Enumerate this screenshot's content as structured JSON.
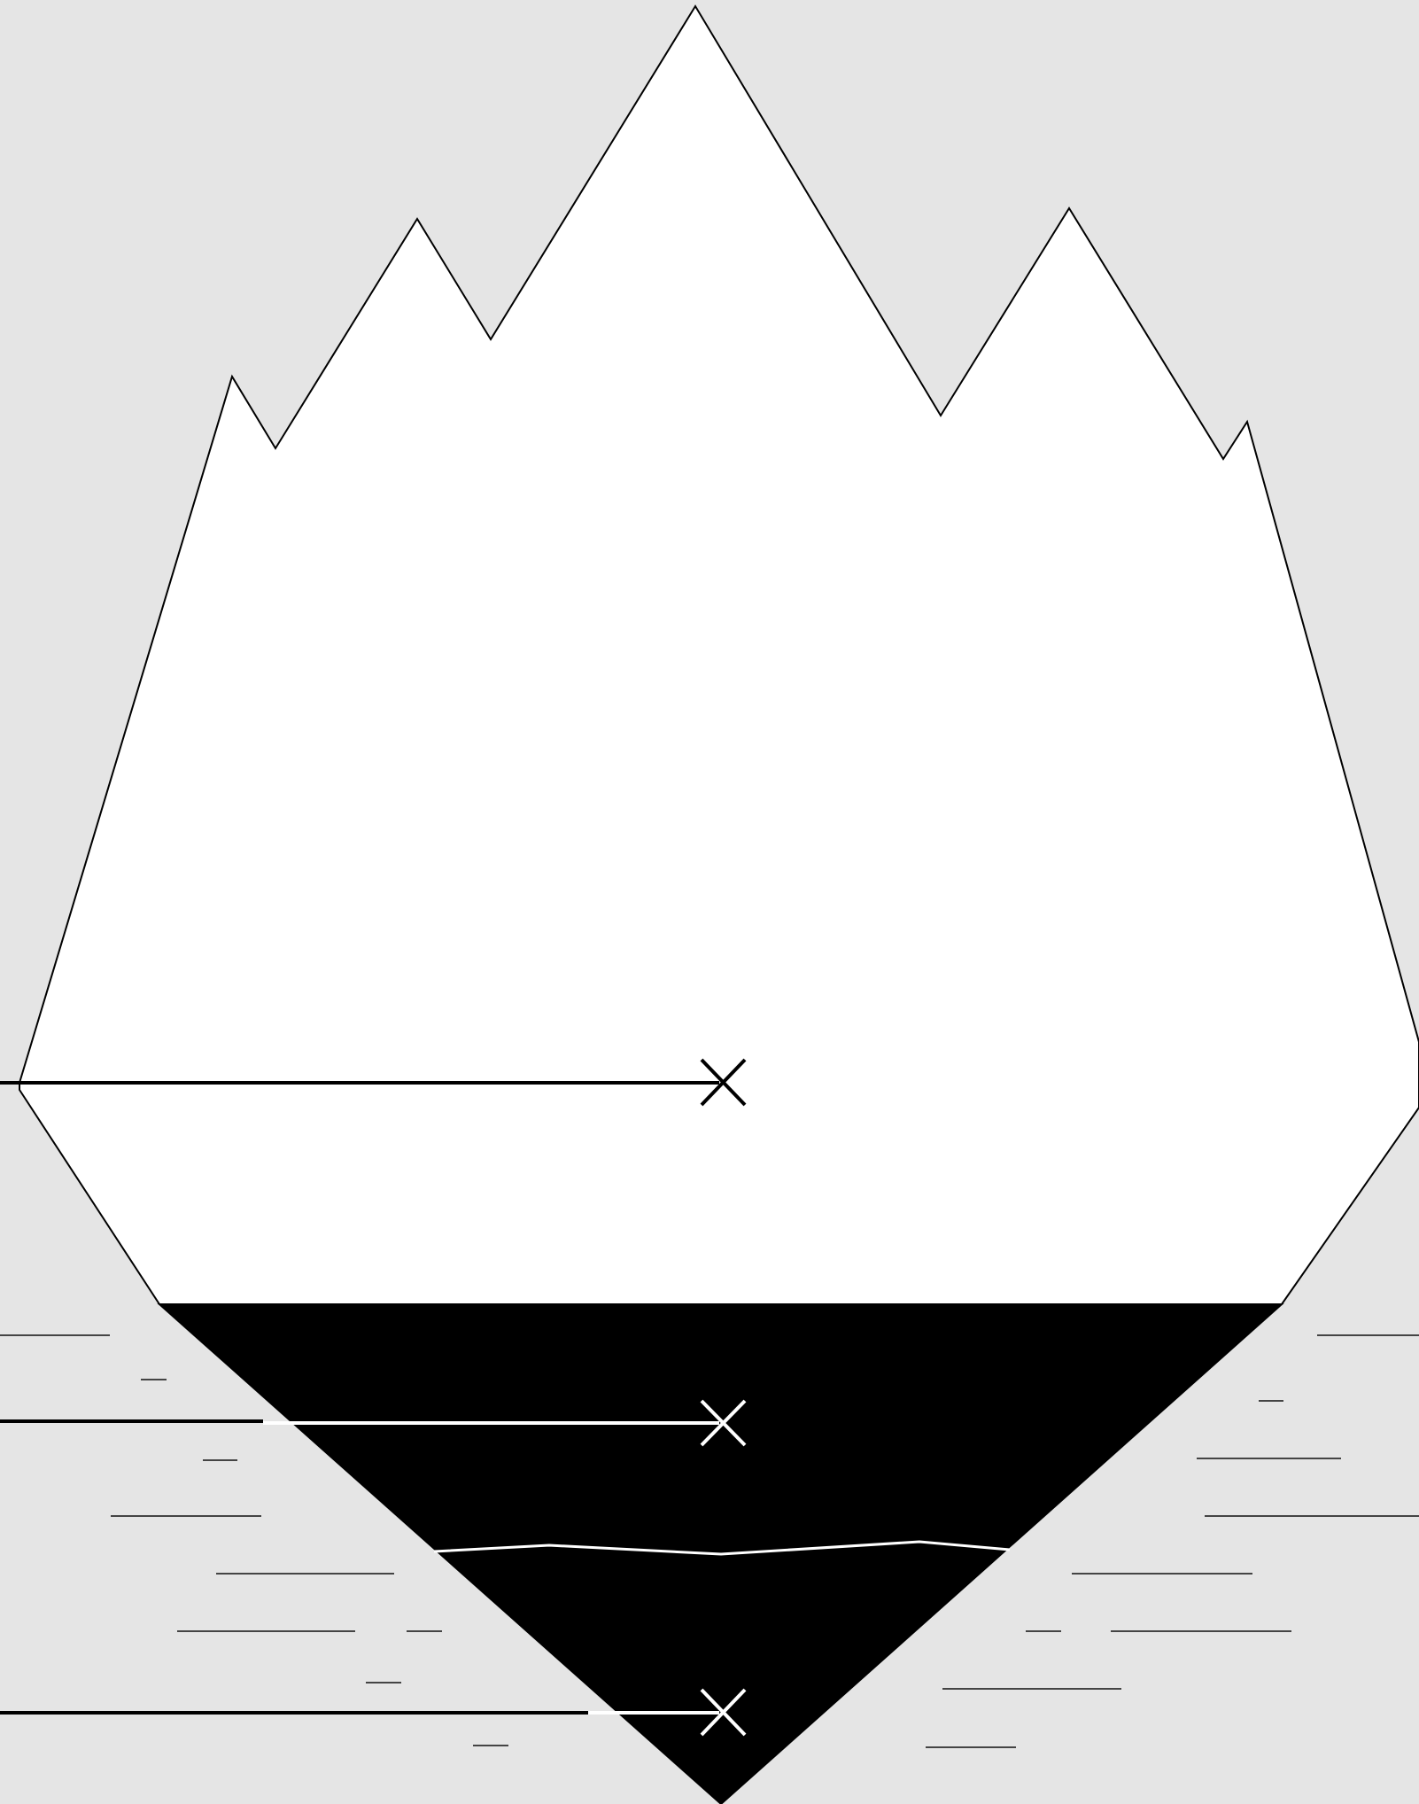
{
  "diagram": {
    "subject": "iceberg",
    "colors": {
      "background": "#e5e5e5",
      "above_water": "#ffffff",
      "below_water": "#000000",
      "outline": "#000000",
      "water_lines": "#444444"
    },
    "markers": [
      {
        "id": "marker-above-water",
        "level": "above-water",
        "icon": "x-mark-icon"
      },
      {
        "id": "marker-below-surface",
        "level": "below-water",
        "icon": "x-mark-icon"
      },
      {
        "id": "marker-deep",
        "level": "deep-water",
        "icon": "x-mark-icon"
      }
    ]
  }
}
